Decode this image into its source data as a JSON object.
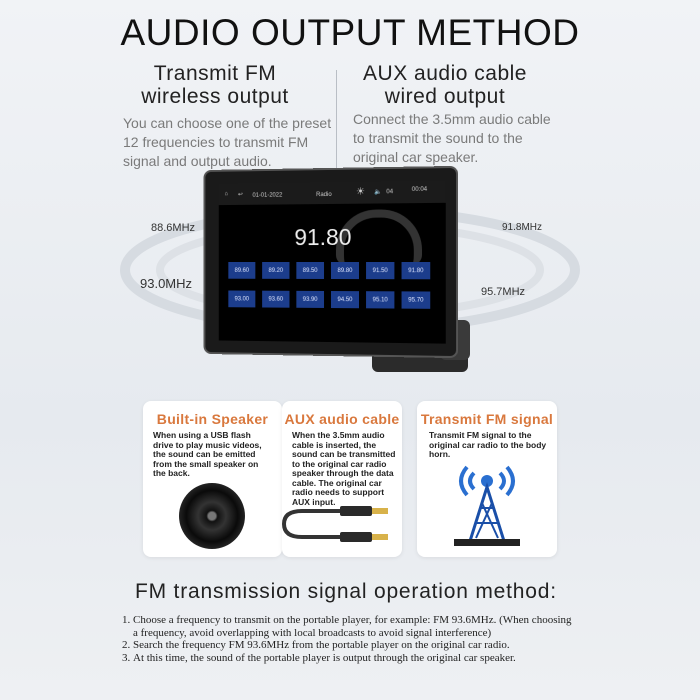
{
  "title": "AUDIO OUTPUT METHOD",
  "left": {
    "heading_1": "Transmit FM",
    "heading_2": "wireless output",
    "text": "You can choose one of the preset 12 frequencies to transmit FM signal and output audio."
  },
  "right": {
    "heading_1": "AUX audio cable",
    "heading_2": "wired output",
    "text": "Connect the 3.5mm audio cable to transmit the sound to the original car speaker."
  },
  "device": {
    "date": "01-01-2022",
    "app": "Radio",
    "volume": "04",
    "time": "00:04",
    "frequency": "91.80",
    "presets": [
      "89.60",
      "89.20",
      "89.50",
      "89.80",
      "91.50",
      "91.80",
      "93.00",
      "93.60",
      "93.90",
      "94.50",
      "95.10",
      "95.70"
    ]
  },
  "freq_labels": {
    "tl": "88.6MHz",
    "bl": "93.0MHz",
    "tr": "91.8MHz",
    "br": "95.7MHz"
  },
  "cards": [
    {
      "title": "Built-in Speaker",
      "text": "When using a USB flash drive to play music videos, the sound can be emitted from the small speaker on the back."
    },
    {
      "title": "AUX audio cable",
      "text": "When the 3.5mm audio cable is inserted, the sound can be transmitted to the original car radio speaker through the data cable. The original car radio needs to support AUX input."
    },
    {
      "title": "Transmit FM signal",
      "text": "Transmit FM signal to the original car radio to the body horn."
    }
  ],
  "accent": "#d9783d",
  "fm_method": {
    "heading": "FM transmission signal operation method:",
    "steps": [
      "Choose a frequency to transmit on the portable player, for example: FM 93.6MHz. (When choosing a frequency, avoid overlapping with local broadcasts to avoid signal interference)",
      "Search the frequency FM 93.6MHz from the portable player on the original car radio.",
      "At this time, the sound of the portable player is output through the original car speaker."
    ]
  }
}
